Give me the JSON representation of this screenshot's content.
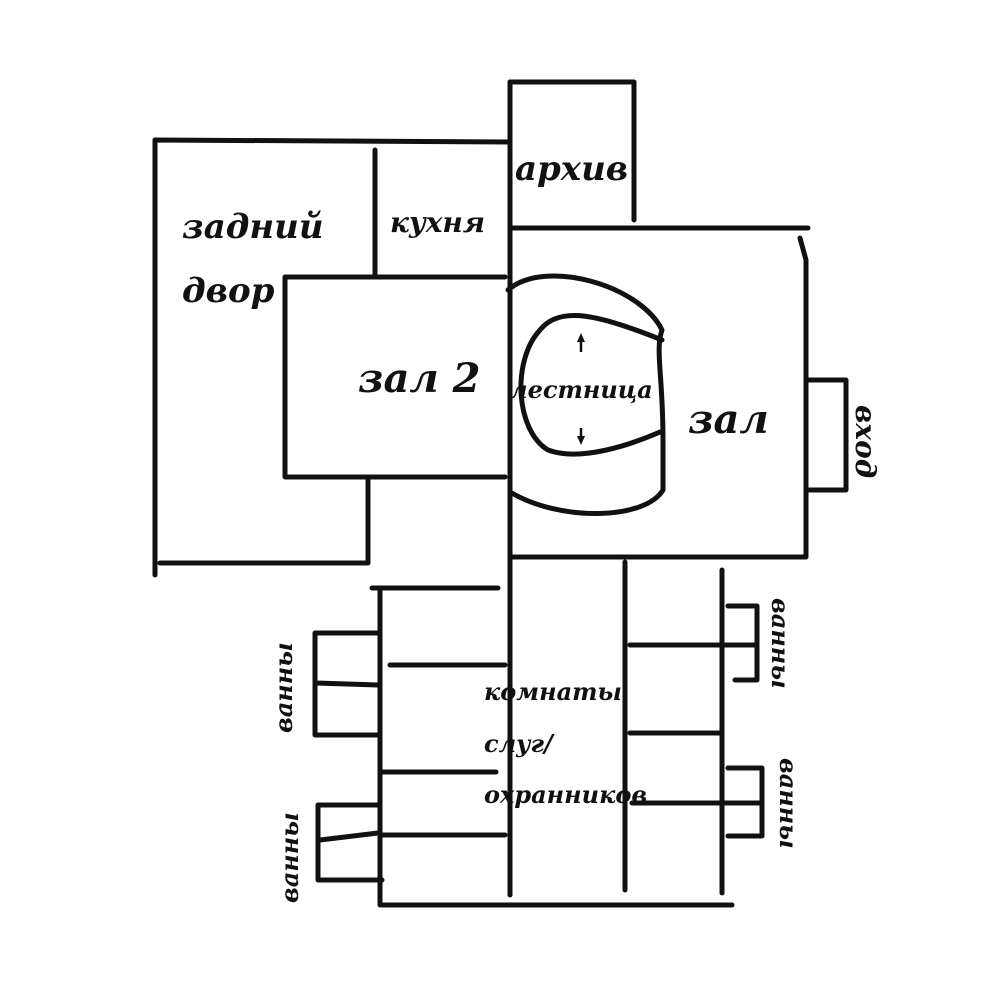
{
  "labels": {
    "back_yard_line1": "задний",
    "back_yard_line2": "двор",
    "kitchen": "кухня",
    "archive": "архив",
    "hall2": "зал 2",
    "stairs": "лестница",
    "hall": "зал",
    "entrance": "вход",
    "servants_line1": "комнаты",
    "servants_line2": "слуг/",
    "servants_line3": "охранников",
    "baths_left_top": "ванны",
    "baths_left_bottom": "ванны",
    "baths_right_top": "ванны",
    "baths_right_bottom": "ванны"
  }
}
